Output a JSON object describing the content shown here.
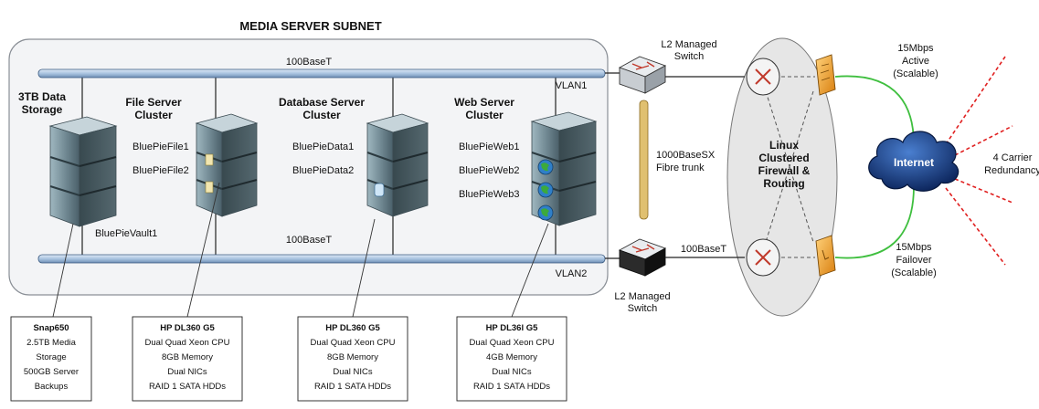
{
  "title": "MEDIA SERVER SUBNET",
  "buses": {
    "top_speed": "100BaseT",
    "top_vlan": "VLAN1",
    "bottom_speed": "100BaseT",
    "bottom_vlan": "VLAN2"
  },
  "clusters": {
    "storage": {
      "title_lines": [
        "3TB Data",
        "Storage"
      ],
      "hostname": "BluePieVault1"
    },
    "file": {
      "title_lines": [
        "File Server",
        "Cluster"
      ],
      "hosts": [
        "BluePieFile1",
        "BluePieFile2"
      ]
    },
    "database": {
      "title_lines": [
        "Database Server",
        "Cluster"
      ],
      "hosts": [
        "BluePieData1",
        "BluePieData2"
      ]
    },
    "web": {
      "title_lines": [
        "Web Server",
        "Cluster"
      ],
      "hosts": [
        "BluePieWeb1",
        "BluePieWeb2",
        "BluePieWeb3"
      ]
    }
  },
  "spec_boxes": [
    {
      "lines": [
        "Snap650",
        "2.5TB Media",
        "Storage",
        "500GB Server",
        "Backups"
      ]
    },
    {
      "lines": [
        "HP DL360 G5",
        "Dual Quad Xeon CPU",
        "8GB Memory",
        "Dual NICs",
        "RAID 1 SATA HDDs"
      ]
    },
    {
      "lines": [
        "HP DL360 G5",
        "Dual Quad Xeon CPU",
        "8GB Memory",
        "Dual NICs",
        "RAID 1 SATA HDDs"
      ]
    },
    {
      "lines": [
        "HP DL36l G5",
        "Dual Quad Xeon CPU",
        "4GB Memory",
        "Dual NICs",
        "RAID 1 SATA HDDs"
      ]
    }
  ],
  "switches": {
    "top_label_lines": [
      "L2 Managed",
      "Switch"
    ],
    "bottom_label_lines": [
      "L2 Managed",
      "Switch"
    ]
  },
  "trunk_label_lines": [
    "1000BaseSX",
    "Fibre trunk"
  ],
  "right_link_speed": "100BaseT",
  "firewall_label_lines": [
    "Linux",
    "Clustered",
    "Firewall &",
    "Routing"
  ],
  "wan": {
    "active_lines": [
      "15Mbps",
      "Active",
      "(Scalable)"
    ],
    "failover_lines": [
      "15Mbps",
      "Failover",
      "(Scalable)"
    ],
    "internet_label": "Internet",
    "redundancy_lines": [
      "4 Carrier",
      "Redundancy"
    ]
  },
  "colors": {
    "bus": "#b8d0ea",
    "bus_stroke": "#3a5a80",
    "fibre": "#e0c070",
    "wan_link": "#3fbf3f",
    "carrier": "#e02020",
    "cloud": "#0d2f6e",
    "firewall": "#f0a030"
  }
}
